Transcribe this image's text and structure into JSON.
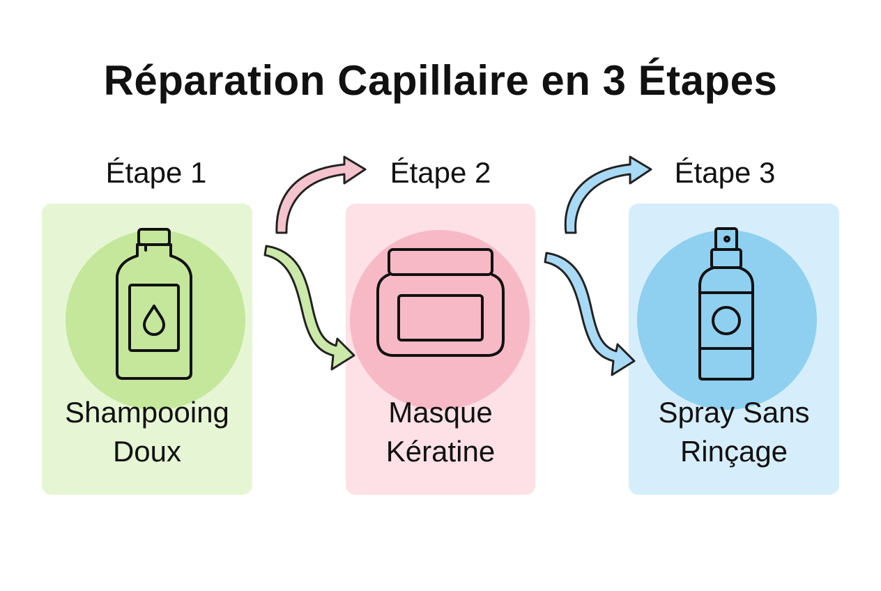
{
  "title": "Réparation Capillaire en 3 Étapes",
  "steps": [
    {
      "label": "Étape 1",
      "name_line1": "Shampooing",
      "name_line2": "Doux",
      "icon": "shampoo-bottle-icon",
      "card_color": "#e6f6d4",
      "circle_color": "#c4e79c"
    },
    {
      "label": "Étape 2",
      "name_line1": "Masque",
      "name_line2": "Kératine",
      "icon": "keratin-jar-icon",
      "card_color": "#fde1e6",
      "circle_color": "#f8b9c6"
    },
    {
      "label": "Étape 3",
      "name_line1": "Spray Sans",
      "name_line2": "Rinçage",
      "icon": "spray-bottle-icon",
      "card_color": "#d6eefb",
      "circle_color": "#8fd0f0"
    }
  ],
  "colors": {
    "arrow_green": "#cbe9a8",
    "arrow_pink": "#f5c3cd",
    "arrow_blue": "#a9daf5",
    "stroke": "#111111"
  }
}
